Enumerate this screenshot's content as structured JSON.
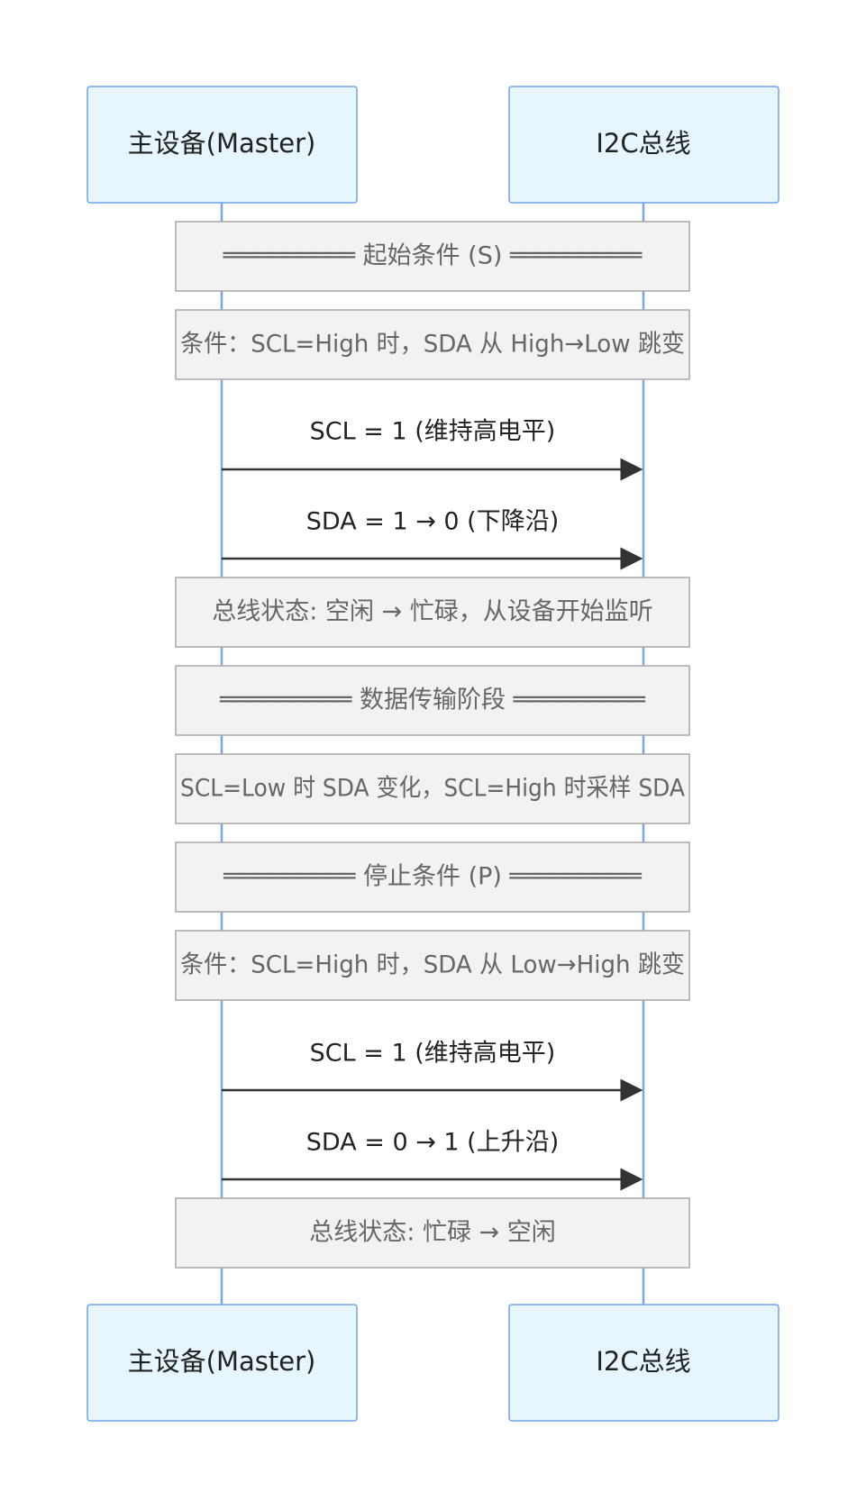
{
  "actors": {
    "master": "主设备(Master)",
    "bus": "I2C总线"
  },
  "notes": {
    "start_header": "═════════ 起始条件 (S) ═════════",
    "start_condition": "条件：SCL=High 时，SDA 从 High→Low 跳变",
    "bus_busy": "总线状态: 空闲 → 忙碌，从设备开始监听",
    "data_header": "═════════ 数据传输阶段 ═════════",
    "data_rule": "SCL=Low 时 SDA 变化，SCL=High 时采样 SDA",
    "stop_header": "═════════ 停止条件 (P) ═════════",
    "stop_condition": "条件：SCL=High 时，SDA 从 Low→High 跳变",
    "bus_idle": "总线状态: 忙碌 → 空闲"
  },
  "messages": {
    "m1": "SCL = 1 (维持高电平)",
    "m2": "SDA = 1 → 0 (下降沿)",
    "m3": "SCL = 1 (维持高电平)",
    "m4": "SDA = 0 → 1 (上升沿)"
  }
}
